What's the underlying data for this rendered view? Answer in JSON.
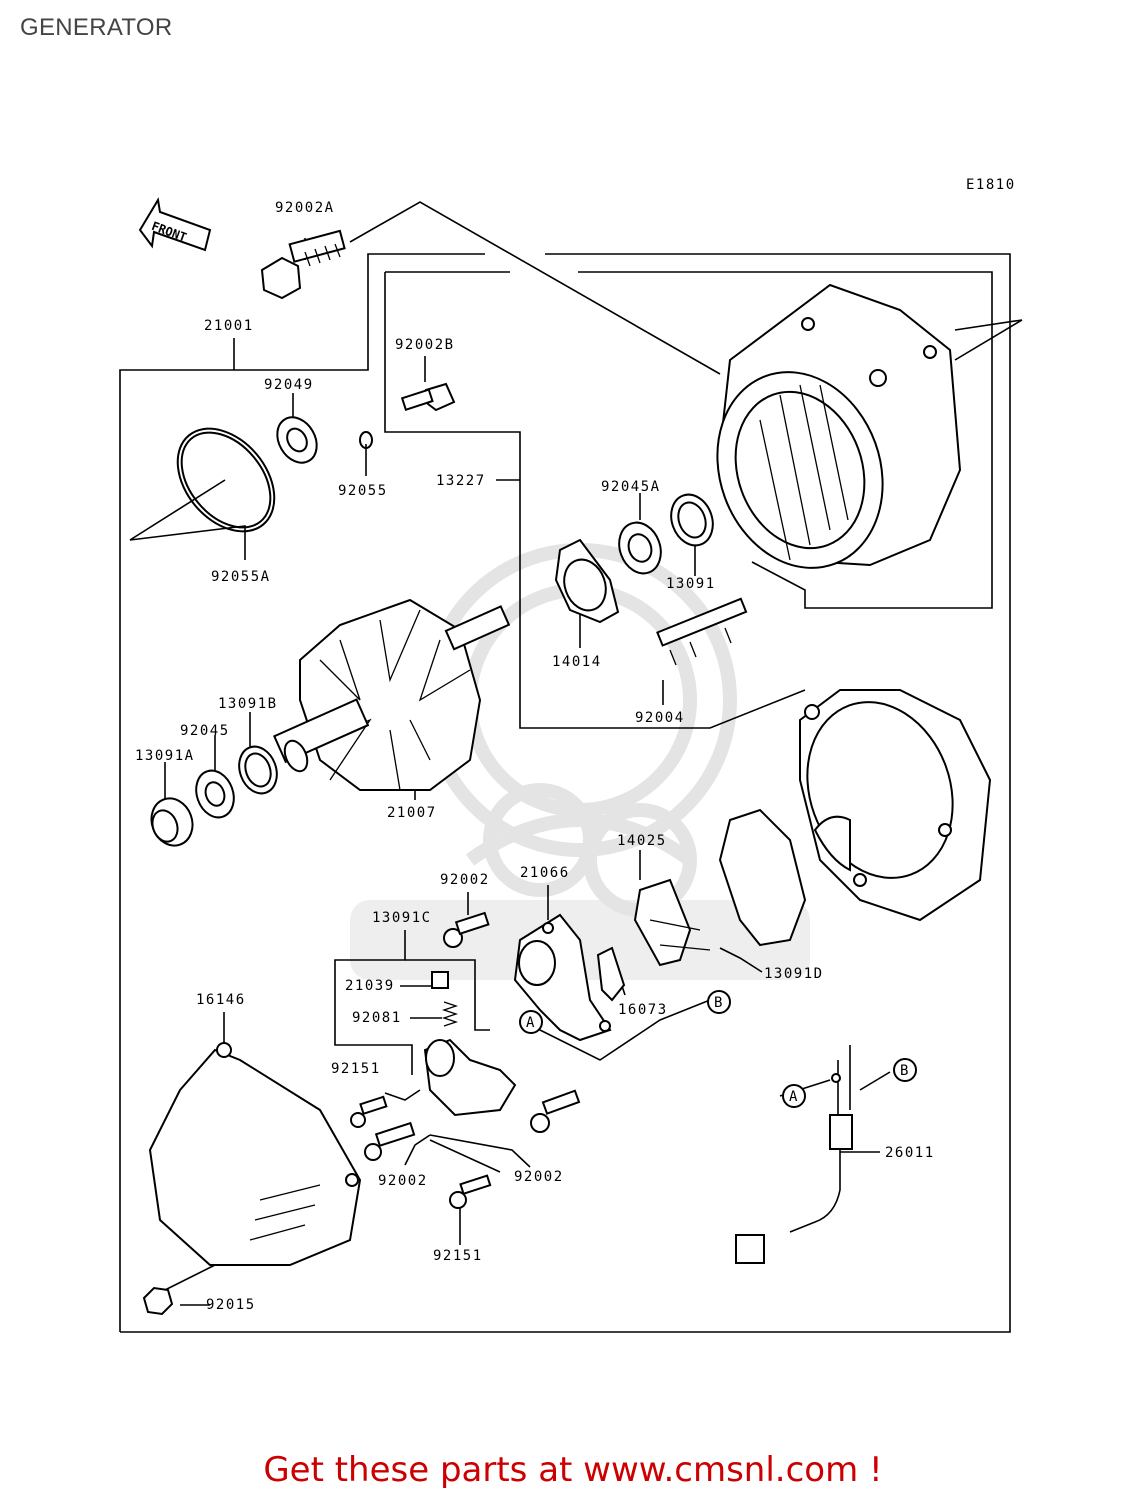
{
  "page": {
    "title": "GENERATOR",
    "diagram_code": "E1810",
    "front_label": "FRONT",
    "footer": "Get these parts at www.cmsnl.com !"
  },
  "parts": [
    {
      "id": "92002A"
    },
    {
      "id": "21001"
    },
    {
      "id": "92049"
    },
    {
      "id": "92055"
    },
    {
      "id": "92055A"
    },
    {
      "id": "92002B"
    },
    {
      "id": "13227"
    },
    {
      "id": "92045A"
    },
    {
      "id": "13091"
    },
    {
      "id": "14014"
    },
    {
      "id": "92004"
    },
    {
      "id": "13091B"
    },
    {
      "id": "92045"
    },
    {
      "id": "13091A"
    },
    {
      "id": "21007"
    },
    {
      "id": "14025"
    },
    {
      "id": "92002"
    },
    {
      "id": "21066"
    },
    {
      "id": "13091C"
    },
    {
      "id": "21039"
    },
    {
      "id": "92081"
    },
    {
      "id": "16073"
    },
    {
      "id": "13091D"
    },
    {
      "id": "16146"
    },
    {
      "id": "92151"
    },
    {
      "id": "92002"
    },
    {
      "id": "92002"
    },
    {
      "id": "92151"
    },
    {
      "id": "92015"
    },
    {
      "id": "26011"
    }
  ],
  "connectors": {
    "a": "A",
    "b": "B"
  },
  "colors": {
    "footer": "#cc0000",
    "title": "#444444",
    "line": "#000000",
    "watermark": "#e4e4e4"
  }
}
